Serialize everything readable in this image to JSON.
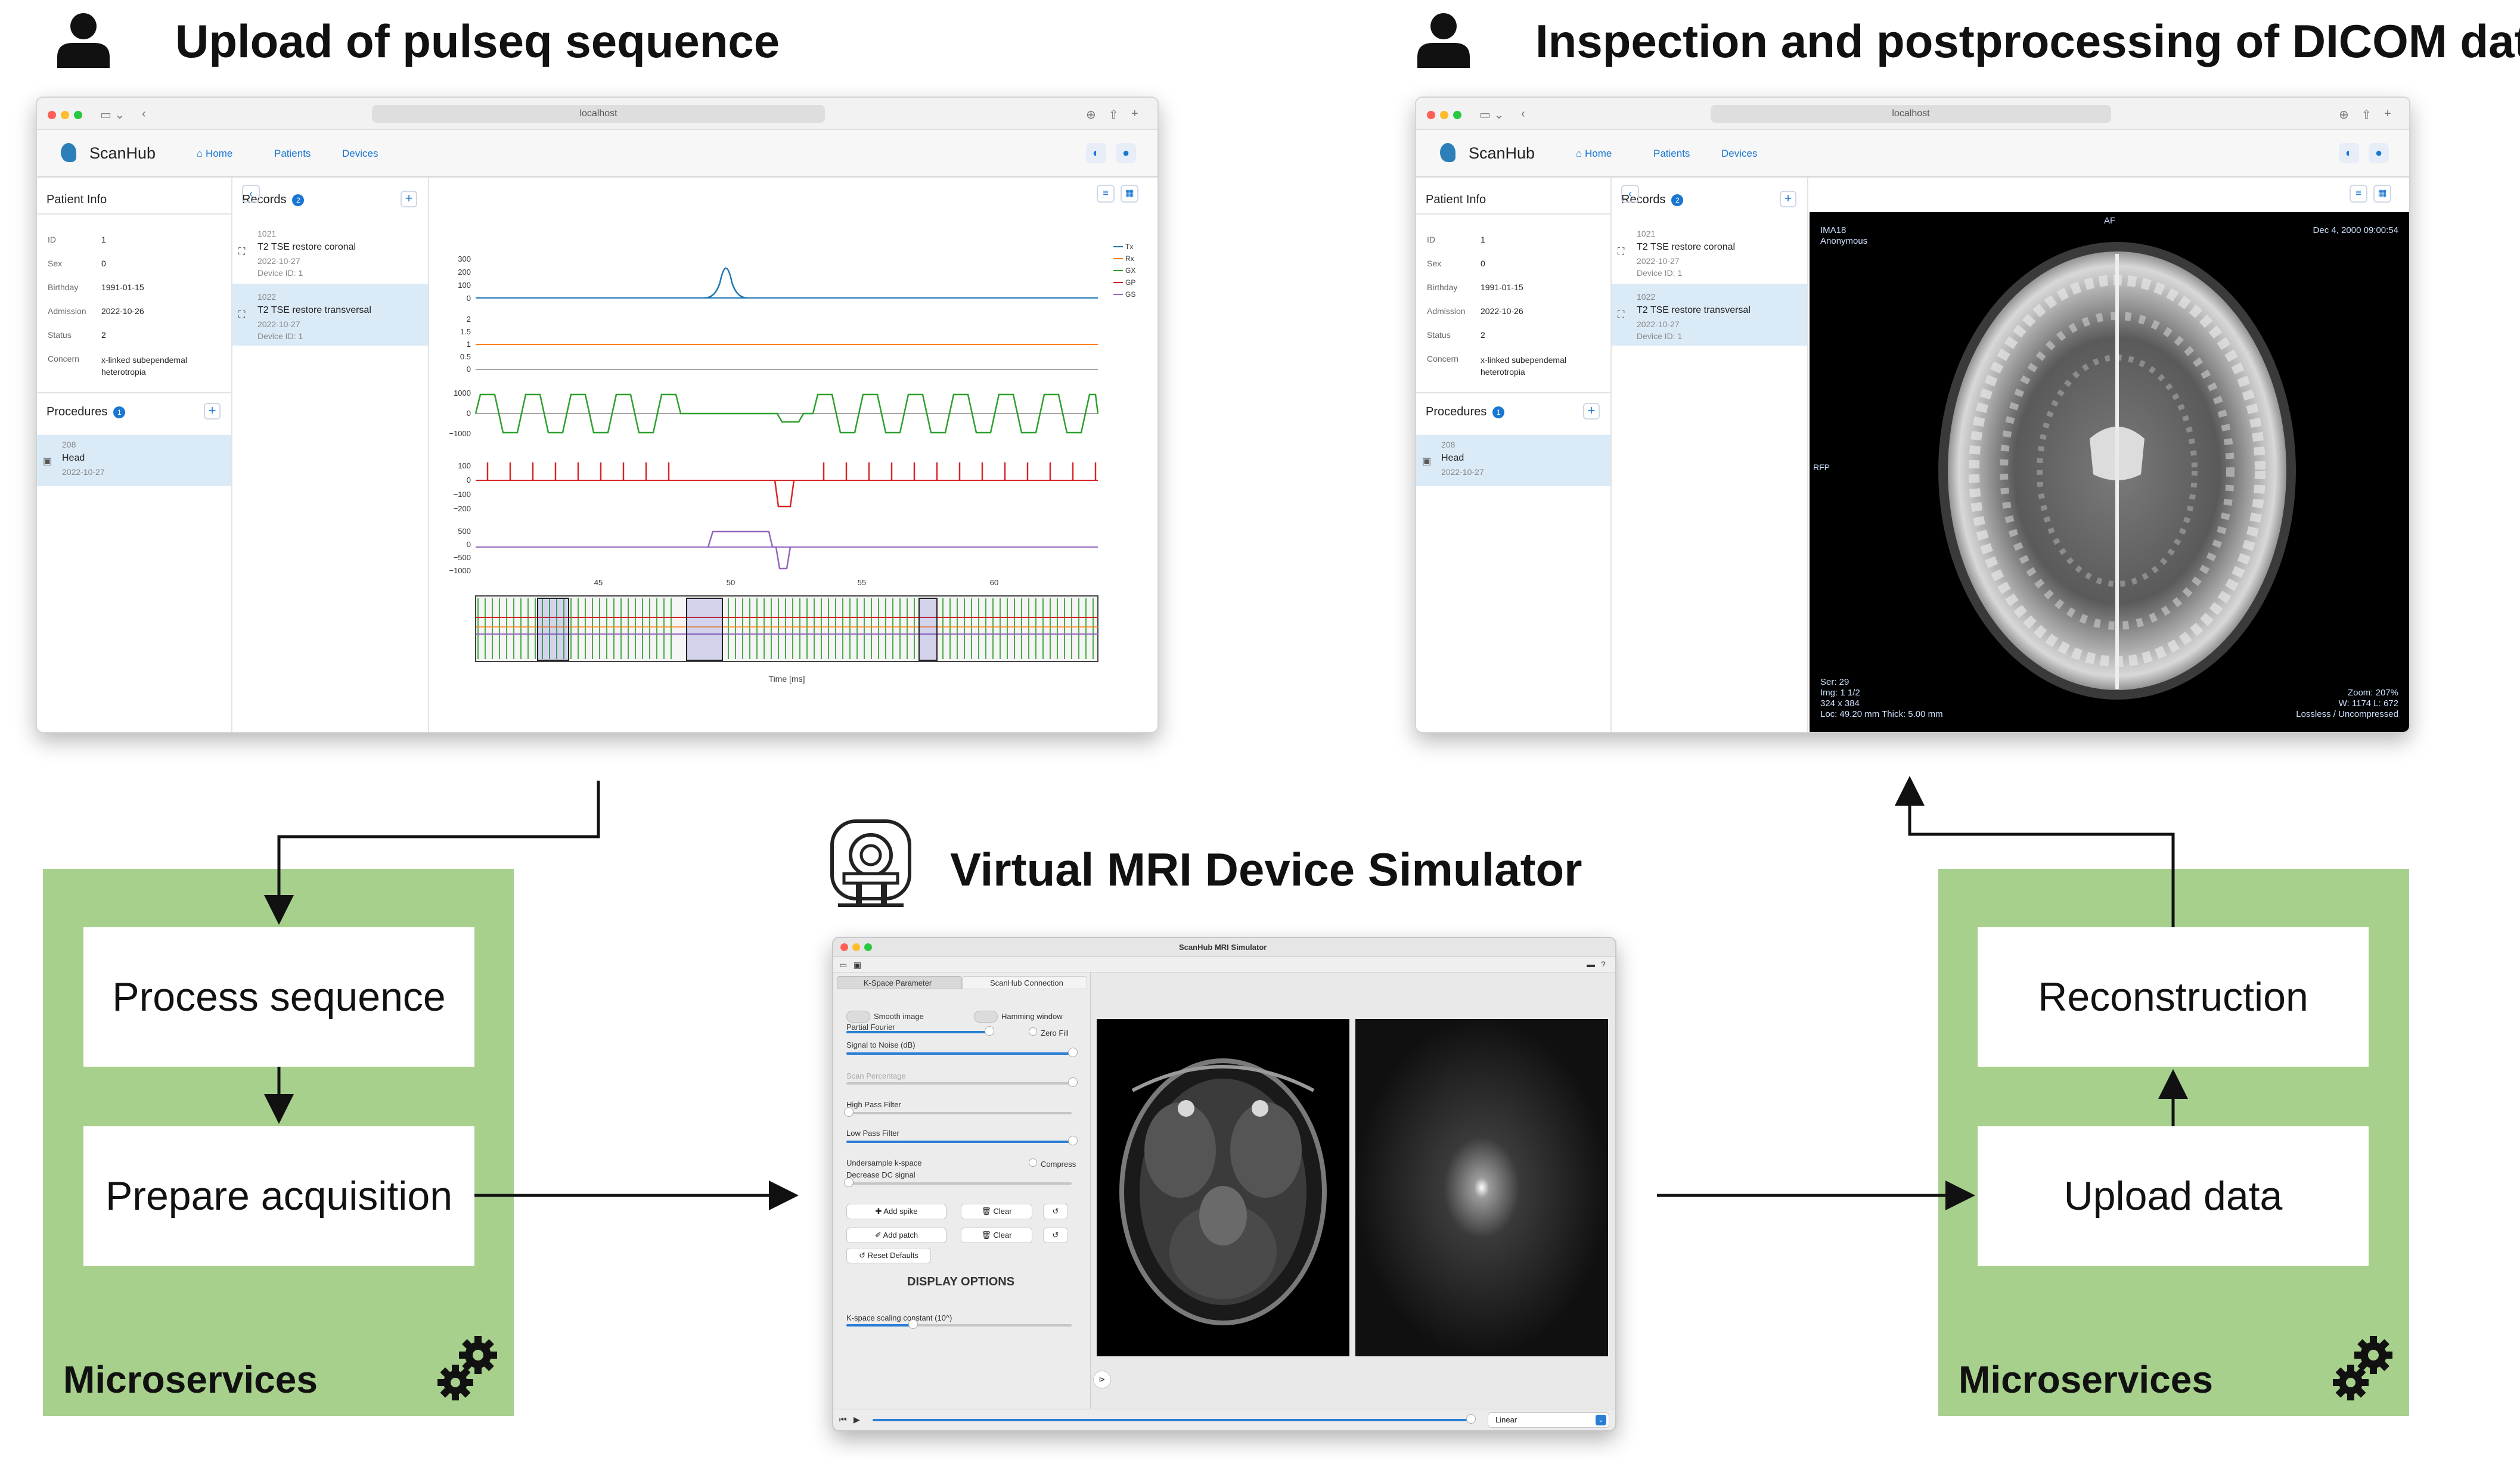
{
  "titles": {
    "upload": "Upload of pulseq sequence",
    "inspection": "Inspection and postprocessing of DICOM data",
    "simulator": "Virtual MRI Device Simulator"
  },
  "microservices_left": {
    "label": "Microservices",
    "step1": "Process sequence",
    "step2": "Prepare acquisition"
  },
  "microservices_right": {
    "label": "Microservices",
    "step1": "Reconstruction",
    "step2": "Upload data"
  },
  "browser": {
    "url": "localhost",
    "brand": "ScanHub",
    "nav": [
      "Home",
      "Patients",
      "Devices"
    ]
  },
  "patient": {
    "heading": "Patient Info",
    "fields": [
      {
        "k": "ID",
        "v": "1"
      },
      {
        "k": "Sex",
        "v": "0"
      },
      {
        "k": "Birthday",
        "v": "1991-01-15"
      },
      {
        "k": "Admission",
        "v": "2022-10-26"
      },
      {
        "k": "Status",
        "v": "2"
      },
      {
        "k": "Concern",
        "v": "x-linked subependemal heterotropia"
      }
    ]
  },
  "procedures": {
    "heading": "Procedures",
    "count": "1",
    "item": {
      "id": "208",
      "name": "Head",
      "date": "2022-10-27"
    }
  },
  "records": {
    "heading": "Records",
    "count": "2",
    "items": [
      {
        "id": "1021",
        "name": "T2 TSE restore coronal",
        "date": "2022-10-27",
        "device": "Device ID: 1"
      },
      {
        "id": "1022",
        "name": "T2 TSE restore transversal",
        "date": "2022-10-27",
        "device": "Device ID: 1"
      }
    ]
  },
  "pulse_plot": {
    "legend": [
      "Tx",
      "Rx",
      "GX",
      "GP",
      "GS"
    ],
    "colors": {
      "Tx": "#1f77b4",
      "Rx": "#ff7f0e",
      "GX": "#2ca02c",
      "GP": "#d62728",
      "GS": "#9467bd"
    },
    "yticks_tx": [
      "300",
      "200",
      "100",
      "0"
    ],
    "yticks_rx": [
      "2",
      "1.5",
      "1",
      "0.5",
      "0"
    ],
    "yticks_gx": [
      "1000",
      "0",
      "−1000"
    ],
    "yticks_gp": [
      "100",
      "0",
      "−100",
      "−200"
    ],
    "yticks_gs": [
      "500",
      "0",
      "−500",
      "−1000"
    ],
    "xticks": [
      "45",
      "50",
      "55",
      "60"
    ],
    "xlabel": "Time [ms]"
  },
  "dicom": {
    "top_left_1": "IMA18",
    "top_left_2": "Anonymous",
    "top_center": "AF",
    "top_right": "Dec 4, 2000 09:00:54",
    "left_mid": "RFP",
    "bl": [
      "Ser: 29",
      "Img: 1 1/2",
      "324 x 384",
      "Loc: 49.20 mm Thick: 5.00 mm"
    ],
    "br": [
      "Zoom: 207%",
      "W: 1174 L: 672",
      "Lossless / Uncompressed"
    ]
  },
  "simulator": {
    "window_title": "ScanHub MRI Simulator",
    "tabs": [
      "K-Space Parameter",
      "ScanHub Connection"
    ],
    "smooth": "Smooth image",
    "hamming": "Hamming window",
    "partial_fourier": "Partial Fourier",
    "zero_fill": "Zero Fill",
    "snr": "Signal to Noise (dB)",
    "scan_pct": "Scan Percentage",
    "high_pass": "High Pass Filter",
    "low_pass": "Low Pass Filter",
    "undersample": "Undersample k-space",
    "compress": "Compress",
    "decrease_dc": "Decrease DC signal",
    "add_spike": "✚ Add spike",
    "clear1": "🗑 Clear",
    "add_patch": "✐ Add patch",
    "clear2": "🗑 Clear",
    "reset": "↺ Reset Defaults",
    "display_options": "DISPLAY OPTIONS",
    "kspace_scaling": "K-space scaling constant (10^)",
    "interp": "Linear"
  },
  "icons": {
    "person": "person-icon",
    "gear": "gears-icon",
    "scanner": "mri-scanner-icon"
  }
}
